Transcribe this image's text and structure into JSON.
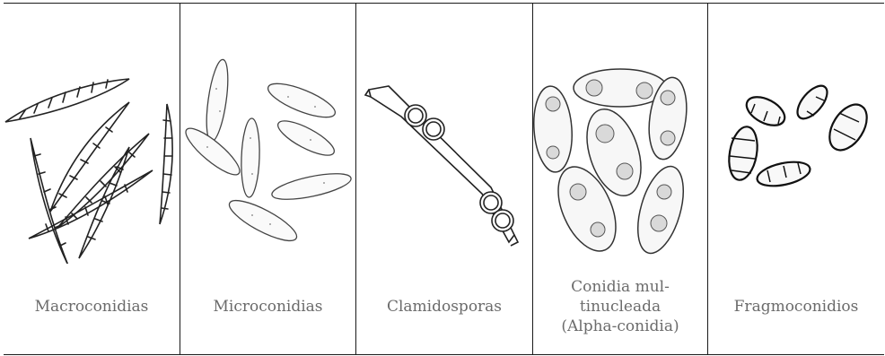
{
  "panels": [
    {
      "caption": "Macroconidias"
    },
    {
      "caption": "Microconidias"
    },
    {
      "caption": "Clamidosporas"
    },
    {
      "caption": "Conidia mul-\ntinucleada\n(Alpha-conidia)"
    },
    {
      "caption": "Fragmoconidios"
    }
  ]
}
